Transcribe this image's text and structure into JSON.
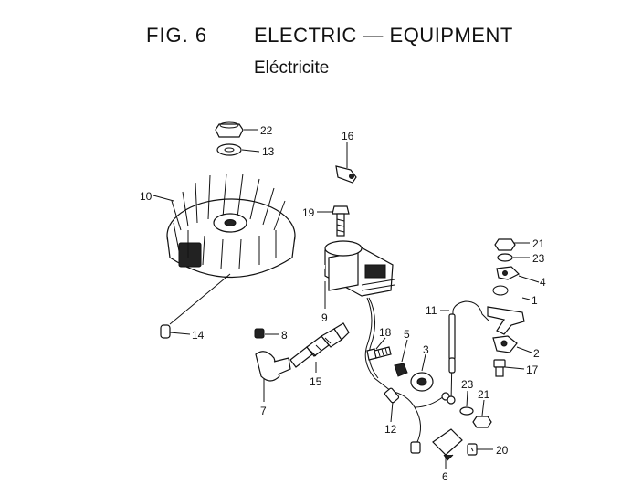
{
  "header": {
    "fig_label": "FIG.  6",
    "fig_name": "ELECTRIC — EQUIPMENT",
    "subtitle": "Eléctricite"
  },
  "callouts": {
    "c1": "1",
    "c2": "2",
    "c3": "3",
    "c4": "4",
    "c5": "5",
    "c6": "6",
    "c7": "7",
    "c8": "8",
    "c9": "9",
    "c10": "10",
    "c11": "11",
    "c12": "12",
    "c13": "13",
    "c14": "14",
    "c15": "15",
    "c16": "16",
    "c17": "17",
    "c18": "18",
    "c19": "19",
    "c20": "20",
    "c21a": "21",
    "c21b": "21",
    "c22": "22",
    "c23a": "23",
    "c23b": "23"
  }
}
